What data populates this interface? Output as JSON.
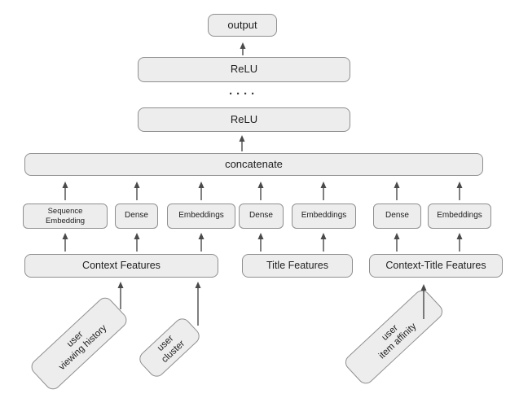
{
  "colors": {
    "background": "#ffffff",
    "box_fill": "#ededed",
    "box_border": "#8f8f8f",
    "text": "#212121",
    "arrow": "#4a4a4a"
  },
  "nodes": {
    "output": "output",
    "relu_upper": "ReLU",
    "ellipsis": "····",
    "relu_lower": "ReLU",
    "concatenate": "concatenate",
    "embedding_row": [
      "Sequence\nEmbedding",
      "Dense",
      "Embeddings",
      "Dense",
      "Embeddings",
      "Dense",
      "Embeddings"
    ],
    "feature_row": [
      "Context Features",
      "Title Features",
      "Context-Title Features"
    ],
    "input_row": [
      "user\nviewing history",
      "user\ncluster",
      "user\nitem affinity"
    ]
  }
}
